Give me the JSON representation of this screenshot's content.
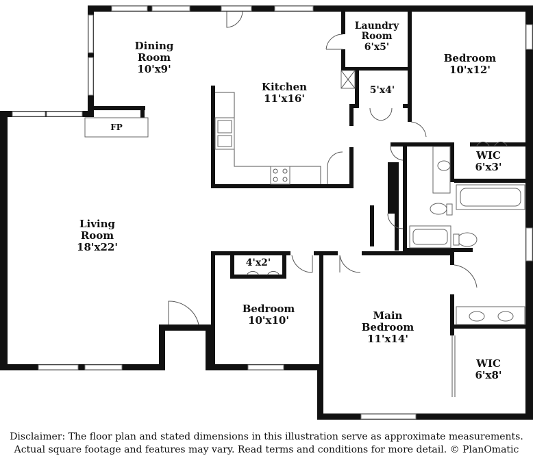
{
  "rooms": [
    {
      "id": "dining",
      "name": [
        "Dining",
        "Room"
      ],
      "size": "10'x9'"
    },
    {
      "id": "kitchen",
      "name": [
        "Kitchen"
      ],
      "size": "11'x16'"
    },
    {
      "id": "laundry",
      "name": [
        "Laundry",
        "Room"
      ],
      "size": "6'x5'"
    },
    {
      "id": "closet54",
      "name": [],
      "size": "5'x4'"
    },
    {
      "id": "bedroom1",
      "name": [
        "Bedroom"
      ],
      "size": "10'x12'"
    },
    {
      "id": "wic1",
      "name": [
        "WIC"
      ],
      "size": "6'x3'"
    },
    {
      "id": "living",
      "name": [
        "Living",
        "Room"
      ],
      "size": "18'x22'"
    },
    {
      "id": "closet42",
      "name": [],
      "size": "4'x2'"
    },
    {
      "id": "bedroom2",
      "name": [
        "Bedroom"
      ],
      "size": "10'x10'"
    },
    {
      "id": "main",
      "name": [
        "Main",
        "Bedroom"
      ],
      "size": "11'x14'"
    },
    {
      "id": "wic2",
      "name": [
        "WIC"
      ],
      "size": "6'x8'"
    }
  ],
  "fireplace": "FP",
  "disclaimer": {
    "line1": "Disclaimer: The floor plan and stated dimensions in this illustration serve as approximate measurements.",
    "line2": "Actual square footage and features may vary. Read terms and conditions for more detail. © PlanOmatic"
  }
}
